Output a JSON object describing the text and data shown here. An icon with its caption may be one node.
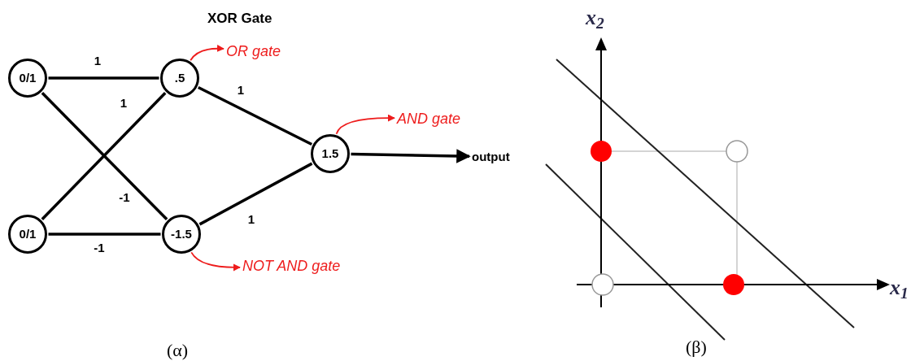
{
  "diagram": {
    "title": "XOR Gate",
    "nodes": [
      {
        "text": [
          "0/1"
        ]
      },
      {
        "text": [
          ".5"
        ]
      },
      {
        "text": [
          "0/1"
        ]
      },
      {
        "text": [
          "-1.5"
        ]
      },
      {
        "text": [
          "1.5"
        ]
      },
      {
        "text": [
          "output"
        ]
      },
      {
        "text": [
          "OR gate"
        ]
      },
      {
        "text": [
          "AND gate"
        ]
      },
      {
        "text": [
          "NOT AND gate"
        ]
      }
    ],
    "edges": [
      {
        "from": 0,
        "to": 1,
        "arrow": "none",
        "label": "1"
      },
      {
        "from": 2,
        "to": 1,
        "arrow": "none",
        "label": "1"
      },
      {
        "from": 0,
        "to": 3,
        "arrow": "none",
        "label": "-1"
      },
      {
        "from": 2,
        "to": 3,
        "arrow": "none",
        "label": "-1"
      },
      {
        "from": 1,
        "to": 4,
        "arrow": "none",
        "label": "1"
      },
      {
        "from": 3,
        "to": 4,
        "arrow": "none",
        "label": "1"
      },
      {
        "from": 4,
        "to": 5,
        "arrow": "to"
      },
      {
        "from": 1,
        "to": 6,
        "arrow": "to",
        "color": "#ee1c1c"
      },
      {
        "from": 4,
        "to": 7,
        "arrow": "to",
        "color": "#ee1c1c"
      },
      {
        "from": 3,
        "to": 8,
        "arrow": "to",
        "color": "#ee1c1c"
      }
    ],
    "labels": [
      "x$_{2}$",
      "x$_{1}$",
      "(α)",
      "(β)"
    ]
  }
}
